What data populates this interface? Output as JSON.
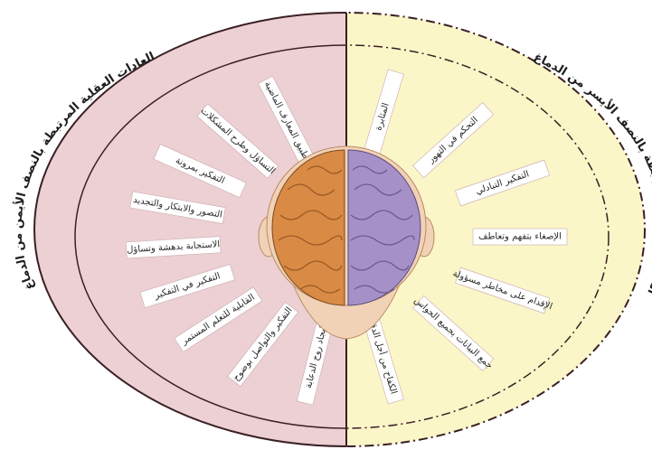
{
  "colors": {
    "left_fill": "#ecd0d3",
    "right_fill": "#fbf6c8",
    "outer_stroke": "#3a1f24",
    "label_box": "#ffffff",
    "left_brain": "#d98a45",
    "right_brain": "#a591c8",
    "face": "#f2d2b6"
  },
  "left_title": "العادات العقلية المرتبطة بالنصف الأيمن من الدماغ",
  "right_title": "العادات العقلية المرتبطة بالنصف الأيسر من الدماغ",
  "left_items": [
    "تطبيق المعارف الماضية",
    "التساؤل وطرح المشكلات",
    "التفكير بمرونة",
    "التصور والابتكار والتجديد",
    "الاستجابة بدهشة وتساؤل",
    "التفكير في التفكير",
    "القابلية للتعلم المستمر",
    "التفكير والتواصل بوضوح",
    "إيجاد روح الدعابة"
  ],
  "right_items": [
    "المثابرة",
    "التحكم في التهور",
    "التفكير التبادلي",
    "الإصغاء بتفهم وتعاطف",
    "الإقدام على مخاطر مسؤولة",
    "جمع البيانات بجميع الحواس",
    "الكفاح من أجل الدقة"
  ]
}
